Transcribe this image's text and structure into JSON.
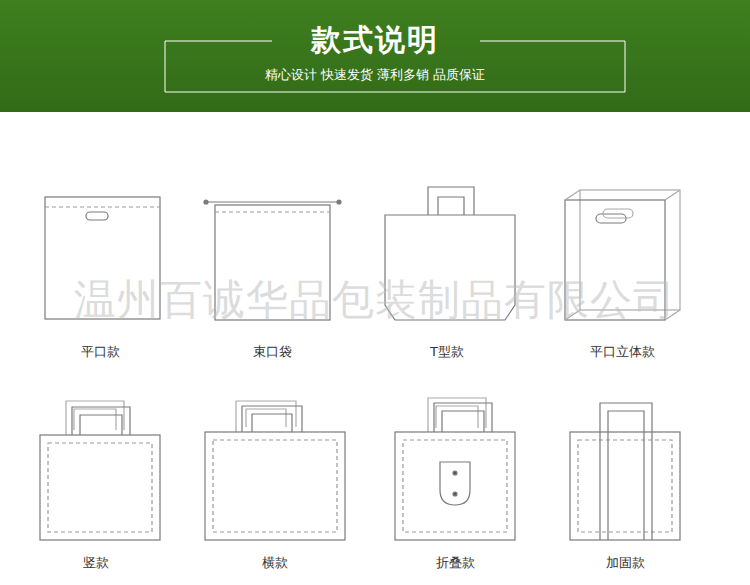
{
  "diagram": {
    "title": "款式说明",
    "labels": [
      "精心设计 快速发货 薄利多销 品质保证",
      "温州百诚华品包装制品有限公司",
      "平口款",
      "束口袋",
      "T型款",
      "平口立体款",
      "竖款",
      "横款",
      "折叠款",
      "加固款"
    ]
  }
}
